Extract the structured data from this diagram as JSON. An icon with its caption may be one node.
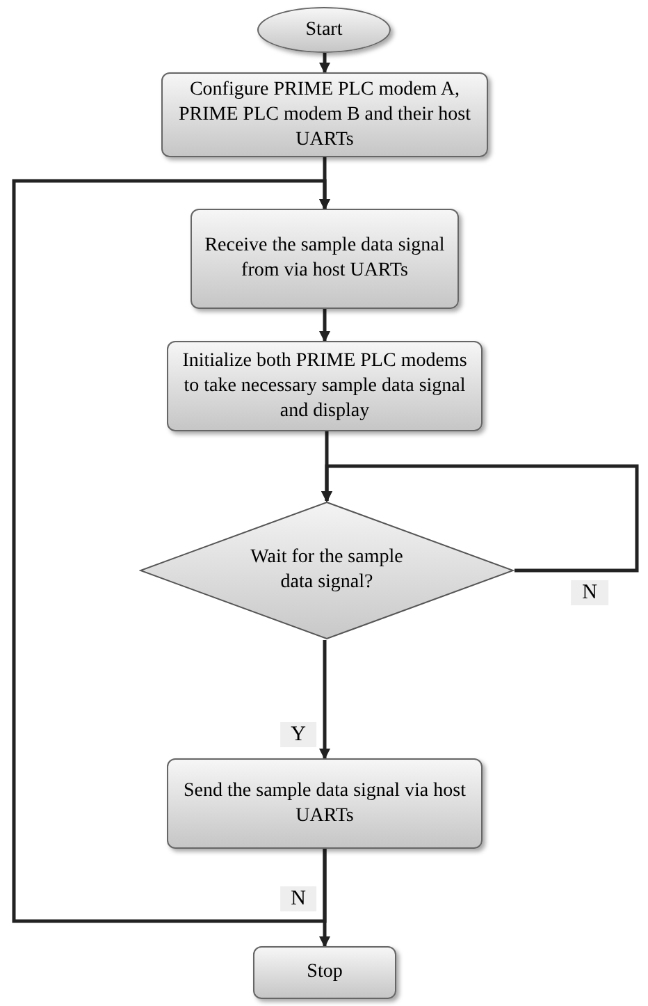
{
  "diagram": {
    "nodes": [
      {
        "text": [
          "Start"
        ]
      },
      {
        "text": [
          "Configure PRIME PLC modem A, PRIME PLC modem B and their host UARTs"
        ]
      },
      {
        "text": [
          "Receive the sample data signal from via host UARTs"
        ]
      },
      {
        "text": [
          "Initialize both PRIME PLC modems to take necessary sample data signal and display"
        ]
      },
      {
        "text": [
          "Wait for the sample data signal?"
        ]
      },
      {
        "text": [
          "Send the sample data signal via host UARTs"
        ]
      },
      {
        "text": [
          "Stop"
        ]
      }
    ],
    "edges": [
      {
        "from": 0,
        "to": 1,
        "arrow": "to"
      },
      {
        "from": 1,
        "to": 2,
        "arrow": "to"
      },
      {
        "from": 2,
        "to": 3,
        "arrow": "to"
      },
      {
        "from": 3,
        "to": 4,
        "arrow": "to"
      },
      {
        "from": 4,
        "to": 4,
        "arrow": "to",
        "label": "N"
      },
      {
        "from": 4,
        "to": 5,
        "arrow": "to",
        "label": "Y"
      },
      {
        "from": 5,
        "to": 2,
        "arrow": "to",
        "label": "N"
      },
      {
        "from": 5,
        "to": 6,
        "arrow": "to"
      }
    ]
  }
}
